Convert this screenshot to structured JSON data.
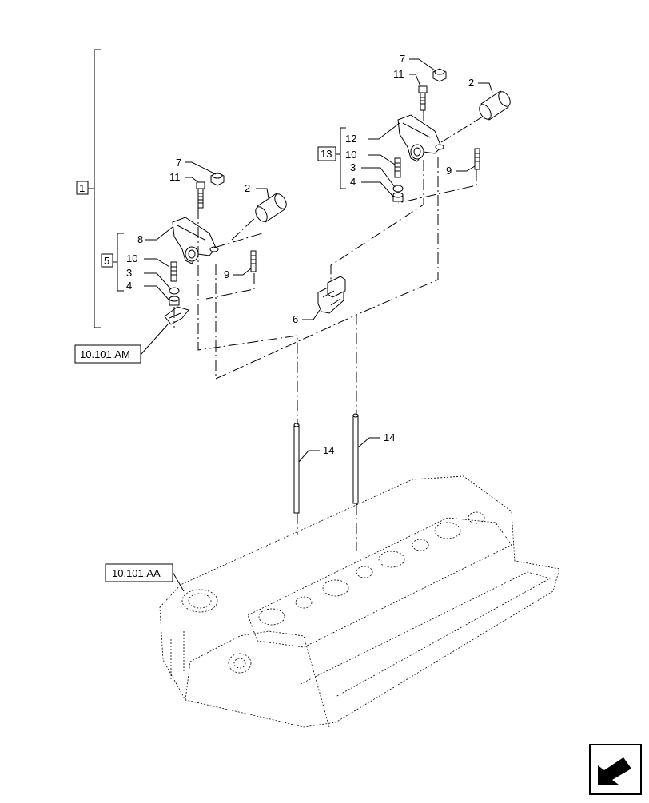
{
  "refs": {
    "ref_top": "10.101.AM",
    "ref_head": "10.101.AA"
  },
  "callouts": {
    "c1": "1",
    "c2a": "2",
    "c2b": "2",
    "c3a": "3",
    "c3b": "3",
    "c4a": "4",
    "c4b": "4",
    "c5": "5",
    "c6": "6",
    "c7a": "7",
    "c7b": "7",
    "c8": "8",
    "c9a": "9",
    "c9b": "9",
    "c10a": "10",
    "c10b": "10",
    "c11a": "11",
    "c11b": "11",
    "c12": "12",
    "c13": "13",
    "c14a": "14",
    "c14b": "14"
  },
  "icons": {
    "corner": "next-page-arrow-icon"
  }
}
